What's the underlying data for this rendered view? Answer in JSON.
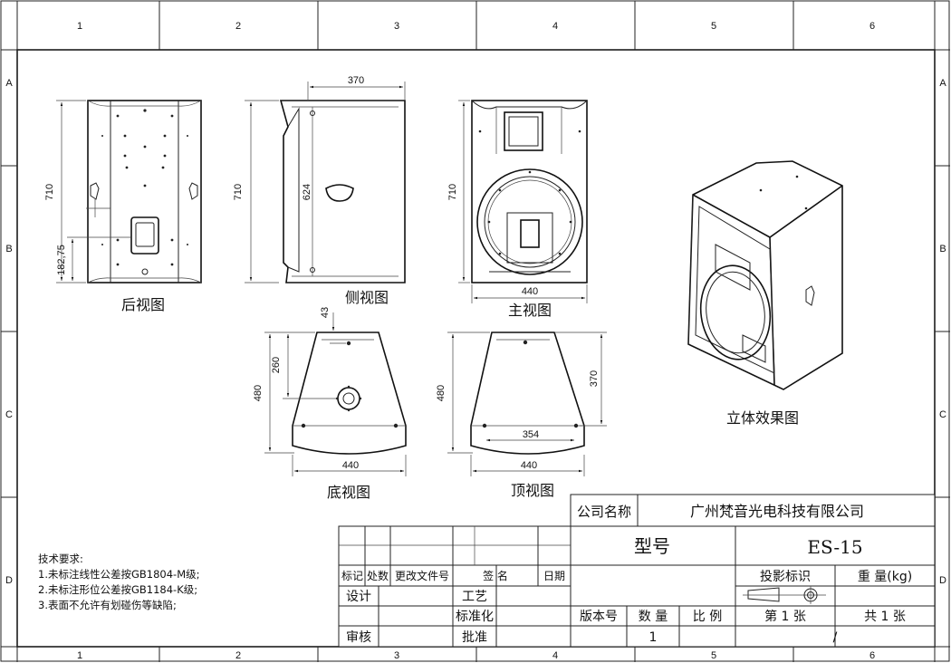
{
  "frame": {
    "columns": [
      "1",
      "2",
      "3",
      "4",
      "5",
      "6"
    ],
    "rows": [
      "A",
      "B",
      "C",
      "D"
    ]
  },
  "views": {
    "rear": {
      "caption": "后视图",
      "dim_height": "710",
      "dim_handle": "182,75"
    },
    "side": {
      "caption": "侧视图",
      "dim_depth": "370",
      "dim_height": "710",
      "dim_inner": "624"
    },
    "front": {
      "caption": "主视图",
      "dim_height": "710",
      "dim_width": "440"
    },
    "iso": {
      "caption": "立体效果图"
    },
    "bottom": {
      "caption": "底视图",
      "dim_depth": "480",
      "dim_mid": "260",
      "dim_small": "43",
      "dim_width": "440"
    },
    "top": {
      "caption": "顶视图",
      "dim_depth": "480",
      "dim_mid": "370",
      "dim_holes": "354",
      "dim_width": "440"
    }
  },
  "notes": {
    "heading": "技术要求:",
    "items": [
      "1.未标注线性公差按GB1804-M级;",
      "2.未标注形位公差按GB1184-K级;",
      "3.表面不允许有划碰伤等缺陷;"
    ]
  },
  "title_block": {
    "company_label": "公司名称",
    "company_name": "广州梵音光电科技有限公司",
    "model_label": "型号",
    "model_value": "ES-15",
    "rev_headers": [
      "标记",
      "处数",
      "更改文件号",
      "签 名",
      "日期"
    ],
    "design_label": "设计",
    "process_label": "工艺",
    "standard_label": "标准化",
    "review_label": "审核",
    "approve_label": "批准",
    "projection_label": "投影标识",
    "weight_label": "重 量(kg)",
    "version_label": "版本号",
    "qty_label": "数 量",
    "scale_label": "比 例",
    "sheet_label": "第 1 张",
    "total_label": "共 1 张",
    "qty_value": "1",
    "slash": "/"
  }
}
